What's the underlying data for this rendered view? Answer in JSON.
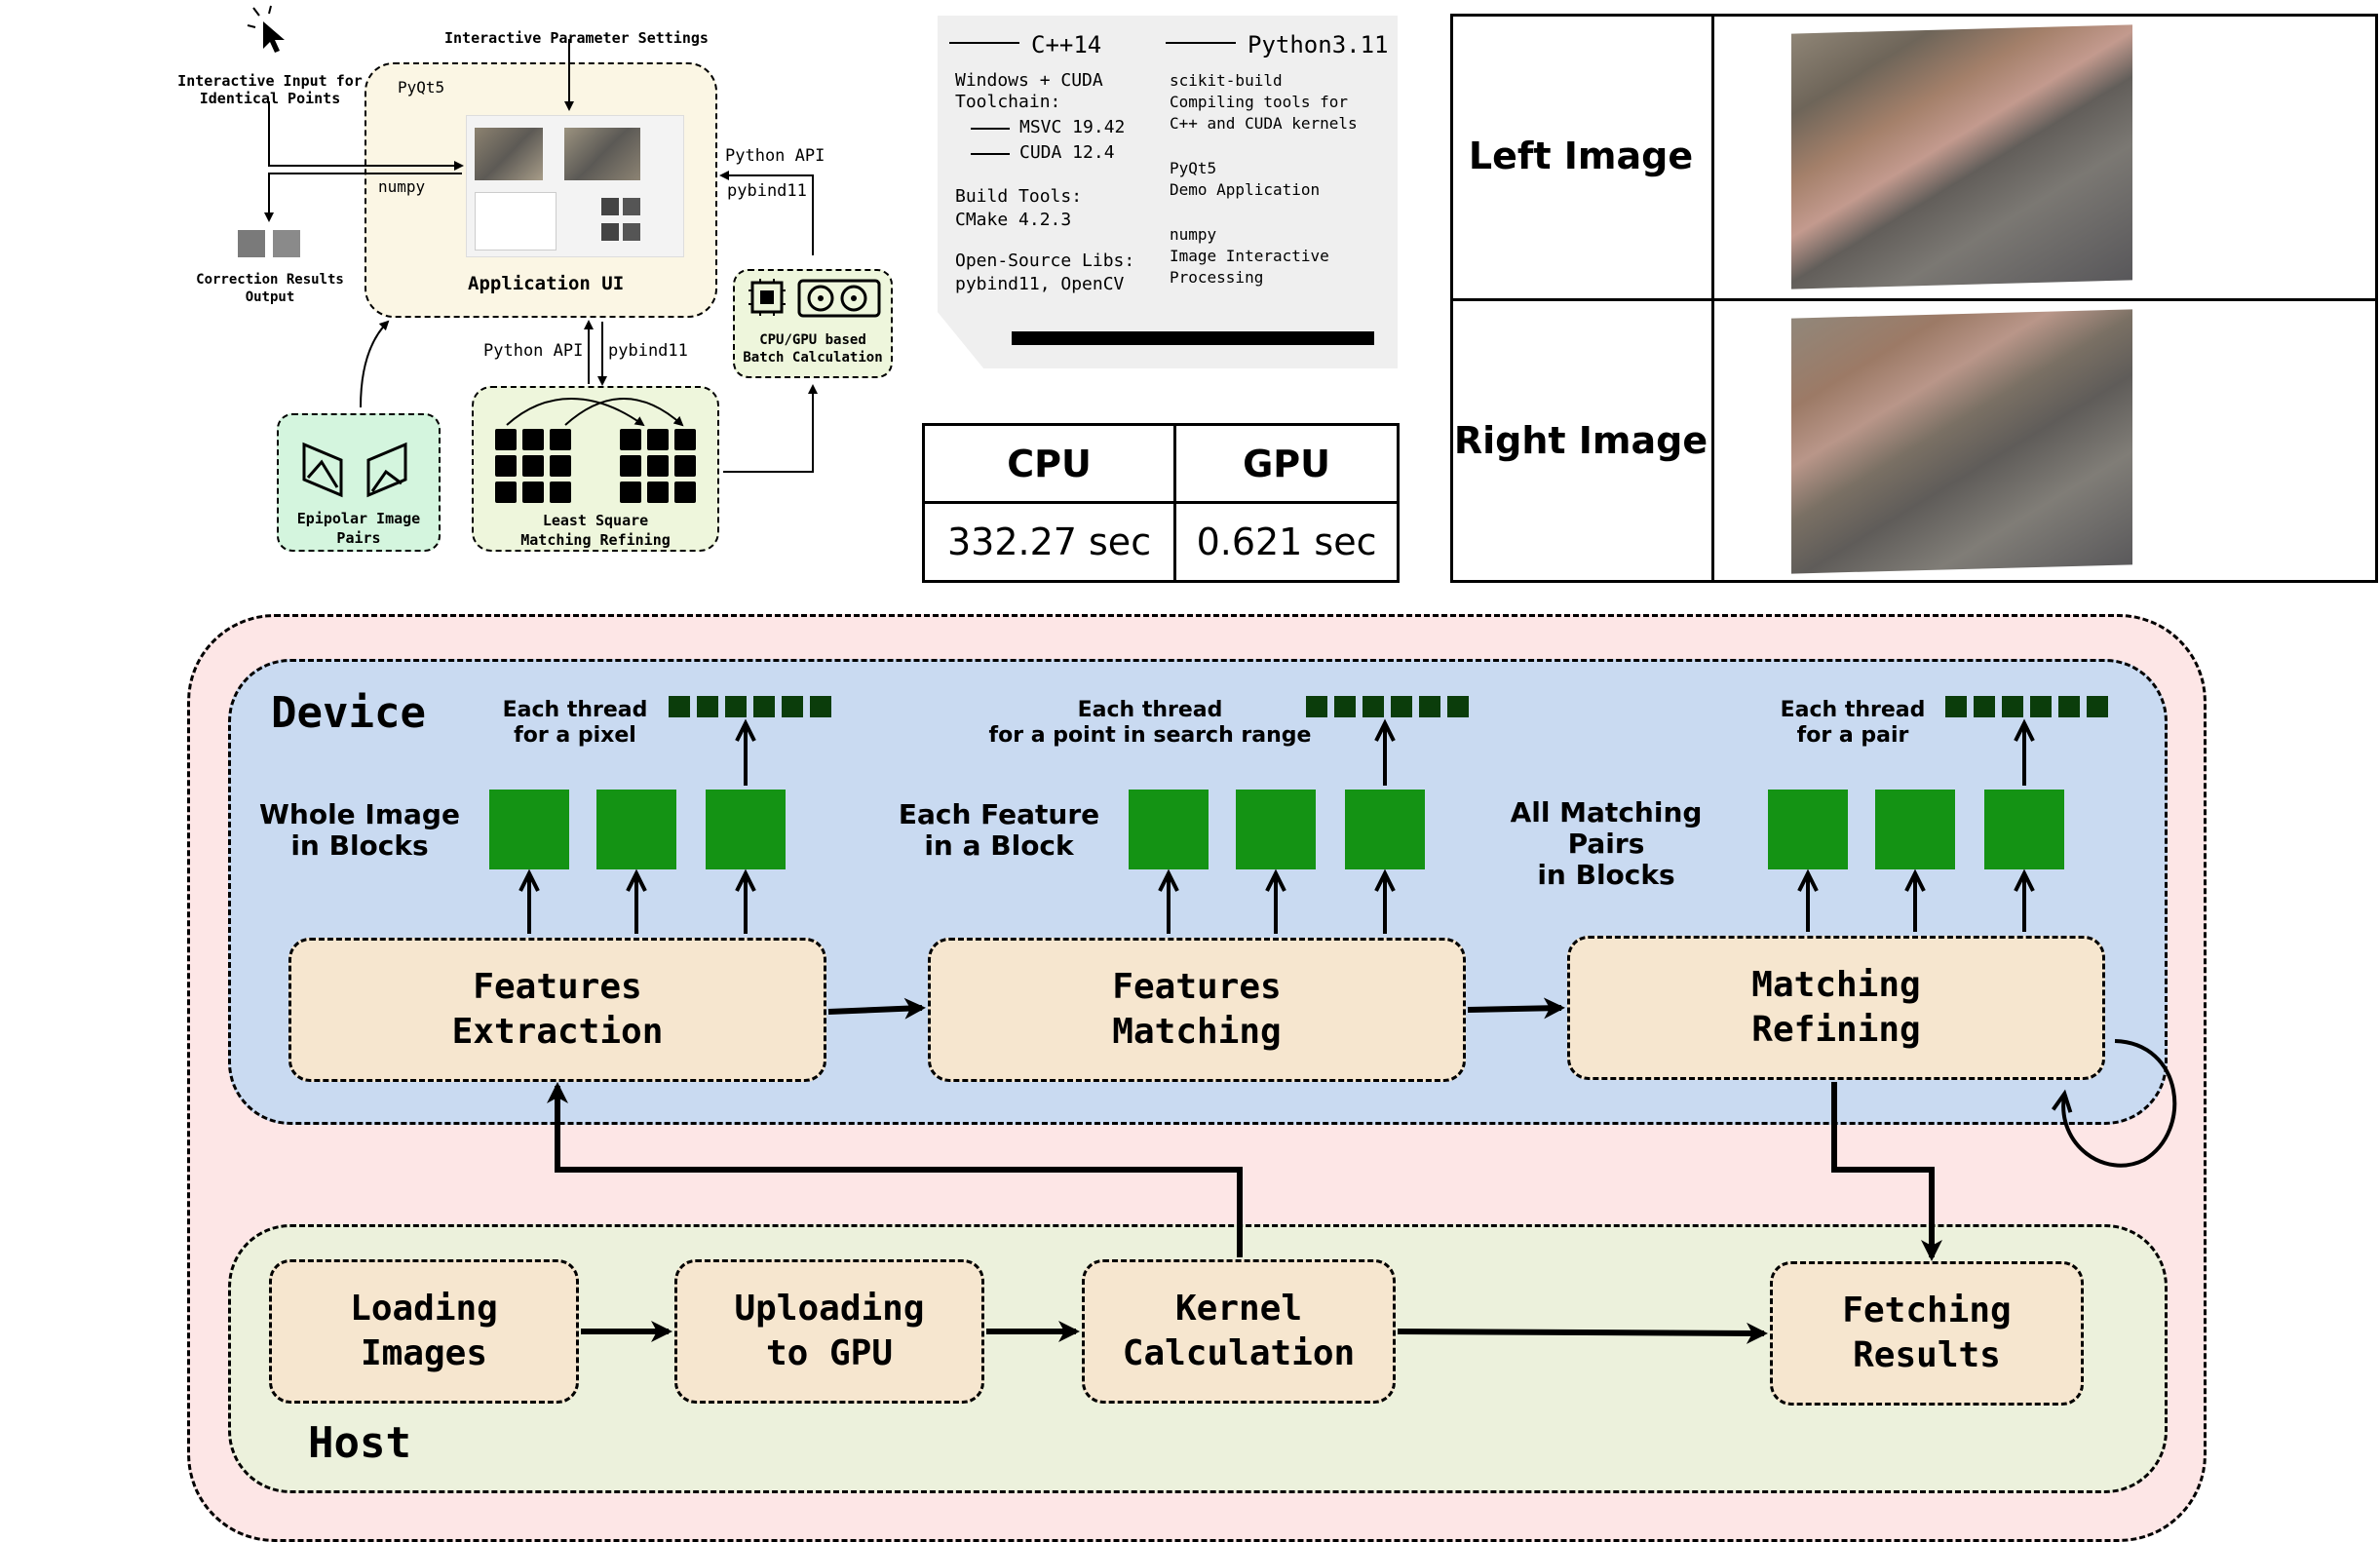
{
  "top_left": {
    "click_label": "Interactive Input for\nIdentical Points",
    "param_label": "Interactive Parameter Settings",
    "pyqt_label": "PyQt5",
    "numpy_label": "numpy",
    "app_ui_label": "Application UI",
    "correction_label": "Correction Results\nOutput",
    "python_api_right": "Python API",
    "pybind_right": "pybind11",
    "python_api_mid": "Python API",
    "pybind_mid": "pybind11",
    "cpu_gpu_label": "CPU/GPU based\nBatch Calculation",
    "epipolar_label": "Epipolar Image\nPairs",
    "lsm_label": "Least Square\nMatching Refining"
  },
  "env_card": {
    "cpp_header": "C++14",
    "py_header": "Python3.11",
    "windows": "Windows + CUDA\nToolchain:",
    "msvc": "MSVC 19.42",
    "cuda": "CUDA 12.4",
    "build_tools": "Build Tools:\nCMake 4.2.3",
    "open_source": "Open-Source Libs:\npybind11, OpenCV",
    "scikit": "scikit-build\nCompiling tools for\nC++ and CUDA kernels",
    "pyqt": "PyQt5\nDemo Application",
    "numpy": "numpy\nImage Interactive\nProcessing"
  },
  "perf_table": {
    "headers": [
      "CPU",
      "GPU"
    ],
    "values": [
      "332.27 sec",
      "0.621 sec"
    ]
  },
  "images_table": {
    "left_label": "Left Image",
    "right_label": "Right Image"
  },
  "device": {
    "title": "Device",
    "stage1": {
      "name": "Features\nExtraction",
      "blocks_label": "Whole Image\nin Blocks",
      "thread_label": "Each thread\nfor a pixel"
    },
    "stage2": {
      "name": "Features\nMatching",
      "blocks_label": "Each Feature\nin a Block",
      "thread_label": "Each thread\nfor a point in search range"
    },
    "stage3": {
      "name": "Matching\nRefining",
      "blocks_label": "All Matching Pairs\nin Blocks",
      "thread_label": "Each thread\nfor a pair"
    }
  },
  "host": {
    "title": "Host",
    "loading": "Loading\nImages",
    "uploading": "Uploading\nto GPU",
    "kernel": "Kernel\nCalculation",
    "fetching": "Fetching\nResults"
  },
  "colors": {
    "outer_bg": "#fde6e6",
    "device_bg": "#c9daf1",
    "host_bg": "#ecf1dc",
    "stage_bg": "#f6e6cf",
    "block_green": "#149314",
    "thread_square": "#0b3d0b",
    "app_bg": "#fbf6e4",
    "epipolar_bg": "#d4f5de",
    "lsm_bg": "#eef6dc",
    "env_card_bg": "#efefef"
  }
}
